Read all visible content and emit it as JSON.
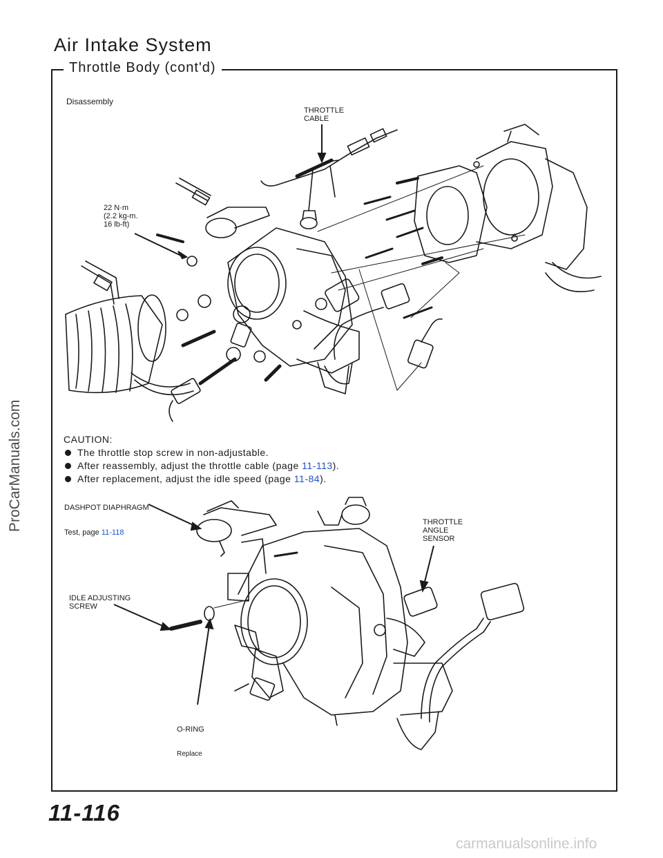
{
  "header": {
    "title": "Air Intake System",
    "section": "Throttle Body (cont'd)"
  },
  "diagram_top": {
    "heading": "Disassembly",
    "throttle_cable": "THROTTLE\nCABLE",
    "torque": "22 N·m\n(2.2 kg-m.\n16 lb-ft)"
  },
  "caution": {
    "heading": "CAUTION:",
    "items": [
      {
        "text": "The throttle stop screw in non-adjustable.",
        "link": "",
        "tail": ""
      },
      {
        "text": "After reassembly, adjust the throttle cable (page ",
        "link": "11-113",
        "tail": ")."
      },
      {
        "text": "After replacement, adjust the idle speed (page ",
        "link": "11-84",
        "tail": ")."
      }
    ]
  },
  "diagram_bottom": {
    "dashpot": "DASHPOT DIAPHRAGM",
    "dashpot_test": "Test, page ",
    "dashpot_link": "11-118",
    "tas": "THROTTLE\nANGLE\nSENSOR",
    "idle": "IDLE ADJUSTING\nSCREW",
    "oring": "O-RING",
    "oring_note": "Replace"
  },
  "footer": {
    "page_number": "11-116"
  },
  "watermarks": {
    "side": "ProCarManuals.com",
    "bottom": "carmanualsonline.info"
  },
  "colors": {
    "ink": "#1a1a1a",
    "link": "#1b4fd6"
  }
}
